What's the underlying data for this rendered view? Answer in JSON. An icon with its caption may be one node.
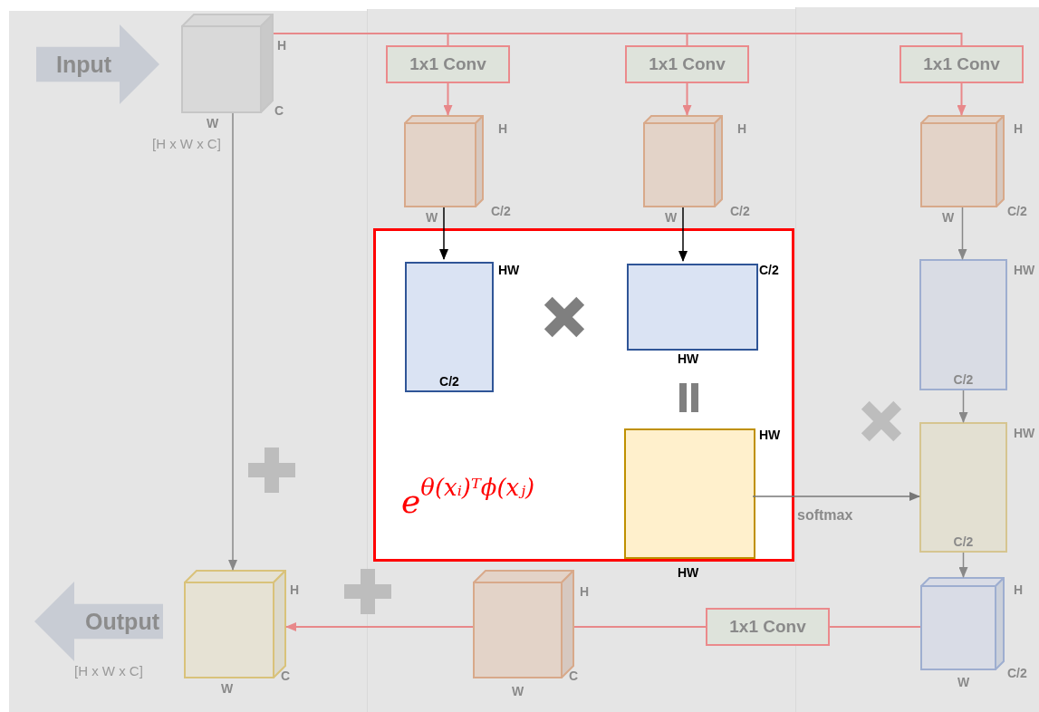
{
  "diagram": {
    "nodes": [
      {
        "text": [
          "Input"
        ]
      },
      {
        "text": [],
        "shape": "cube",
        "beside": [
          "H",
          "W",
          "C",
          "[H x W x C]"
        ]
      },
      {
        "text": [
          "1x1 Conv"
        ]
      },
      {
        "text": [
          "1x1 Conv"
        ]
      },
      {
        "text": [
          "1x1 Conv"
        ]
      },
      {
        "text": [],
        "shape": "cube",
        "beside": [
          "H",
          "W",
          "C/2"
        ]
      },
      {
        "text": [],
        "shape": "cube",
        "beside": [
          "H",
          "W",
          "C/2"
        ]
      },
      {
        "text": [],
        "shape": "cube",
        "beside": [
          "H",
          "W",
          "C/2"
        ]
      },
      {
        "text": [
          "e$^{θ(xᵢ)ᵀϕ(xⱼ)}$"
        ]
      },
      {
        "text": [
          "C/2"
        ],
        "in": 8,
        "beside": [
          "HW"
        ]
      },
      {
        "text": [],
        "shape": "box",
        "in": 8,
        "beside": [
          "C/2",
          "HW"
        ]
      },
      {
        "text": [],
        "shape": "box",
        "in": 8,
        "beside": [
          "HW",
          "HW"
        ]
      },
      {
        "text": [
          "C/2"
        ],
        "beside": [
          "HW"
        ]
      },
      {
        "text": [
          "C/2"
        ],
        "beside": [
          "HW"
        ]
      },
      {
        "text": [],
        "shape": "cube",
        "beside": [
          "H",
          "W",
          "C/2"
        ]
      },
      {
        "text": [
          "1x1 Conv"
        ]
      },
      {
        "text": [],
        "shape": "cube",
        "beside": [
          "H",
          "W",
          "C"
        ]
      },
      {
        "text": [],
        "shape": "cube",
        "beside": [
          "H",
          "W",
          "C"
        ]
      },
      {
        "text": [
          "Output"
        ],
        "beside": [
          "[H x W x C]"
        ]
      }
    ],
    "edges": [
      {
        "from": 1,
        "to": 2,
        "arrow": "none"
      },
      {
        "from": 1,
        "to": 3,
        "arrow": "none"
      },
      {
        "from": 1,
        "to": 4,
        "arrow": "none"
      },
      {
        "from": 2,
        "to": 5,
        "arrow": "to"
      },
      {
        "from": 3,
        "to": 6,
        "arrow": "to"
      },
      {
        "from": 4,
        "to": 7,
        "arrow": "to"
      },
      {
        "from": 1,
        "to": 17,
        "arrow": "to",
        "color": "#888888"
      },
      {
        "from": 5,
        "to": 9,
        "arrow": "to",
        "color": "#000000"
      },
      {
        "from": 6,
        "to": 10,
        "arrow": "to",
        "color": "#000000"
      },
      {
        "from": 7,
        "to": 12,
        "arrow": "to",
        "color": "#888888"
      },
      {
        "from": 12,
        "to": 13,
        "arrow": "to",
        "color": "#888888"
      },
      {
        "from": 13,
        "to": 14,
        "arrow": "to",
        "color": "#888888"
      },
      {
        "from": 11,
        "to": 13,
        "arrow": "to",
        "label": "softmax",
        "color": "#777777"
      },
      {
        "from": 14,
        "to": 15,
        "arrow": "none"
      },
      {
        "from": 15,
        "to": 16,
        "arrow": "none"
      },
      {
        "from": 16,
        "to": 17,
        "arrow": "to"
      }
    ]
  }
}
